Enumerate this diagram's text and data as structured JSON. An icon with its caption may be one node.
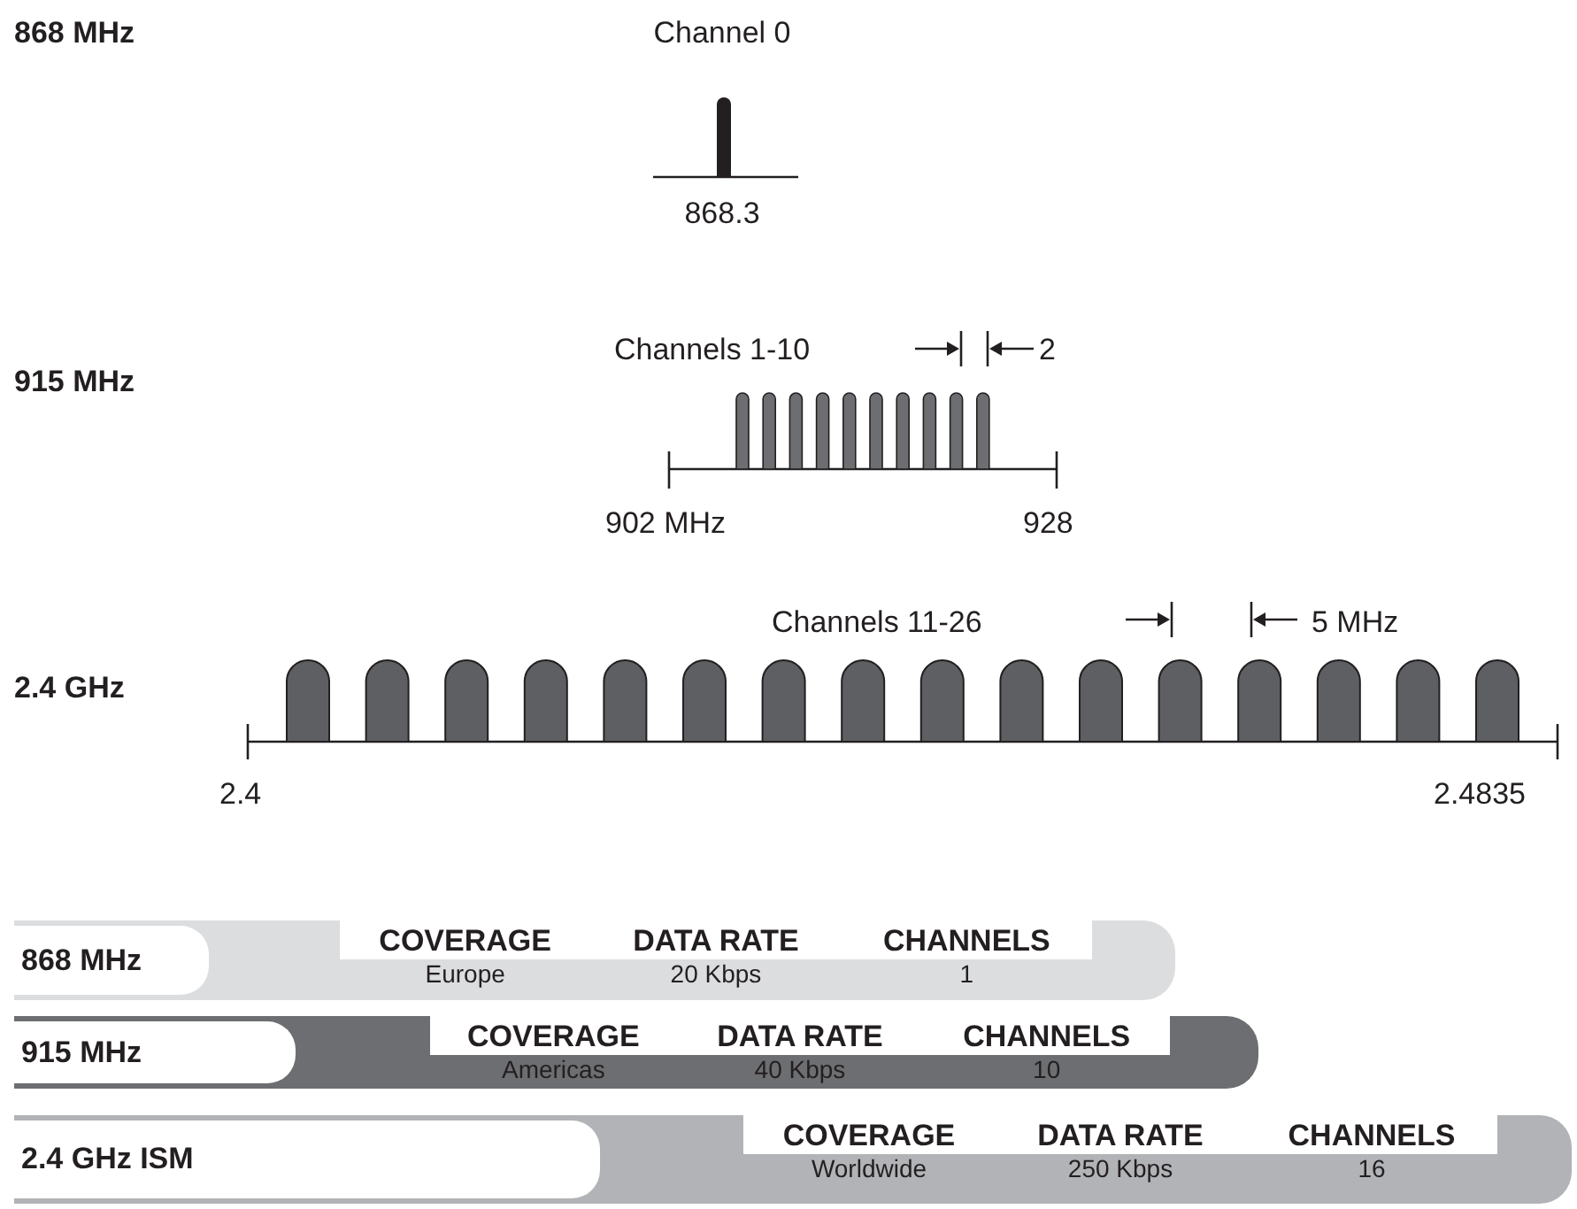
{
  "diagram": {
    "nodes": [
      {
        "text": [
          "COVERAGE",
          "DATA RATE",
          "CHANNELS",
          "Europe",
          "20 Kbps",
          "1"
        ]
      },
      {
        "text": [
          "868 MHz"
        ],
        "in": 0
      },
      {
        "text": [
          "COVERAGE",
          "DATA RATE",
          "CHANNELS",
          "Americas",
          "40 Kbps",
          "10"
        ]
      },
      {
        "text": [
          "915 MHz"
        ],
        "in": 2
      },
      {
        "text": [
          "COVERAGE",
          "DATA RATE",
          "CHANNELS",
          "Worldwide",
          "250 Kbps",
          "16"
        ]
      },
      {
        "text": [
          "2.4 GHz ISM"
        ],
        "in": 4
      }
    ],
    "labels": [
      "868 MHz",
      "Channel 0",
      "868.3",
      "Channels 1-10",
      "2",
      "915 MHz",
      "902 MHz",
      "928",
      "Channels 11-26",
      "5 MHz",
      "2.4 GHz",
      "2.4",
      "2.4835"
    ]
  }
}
